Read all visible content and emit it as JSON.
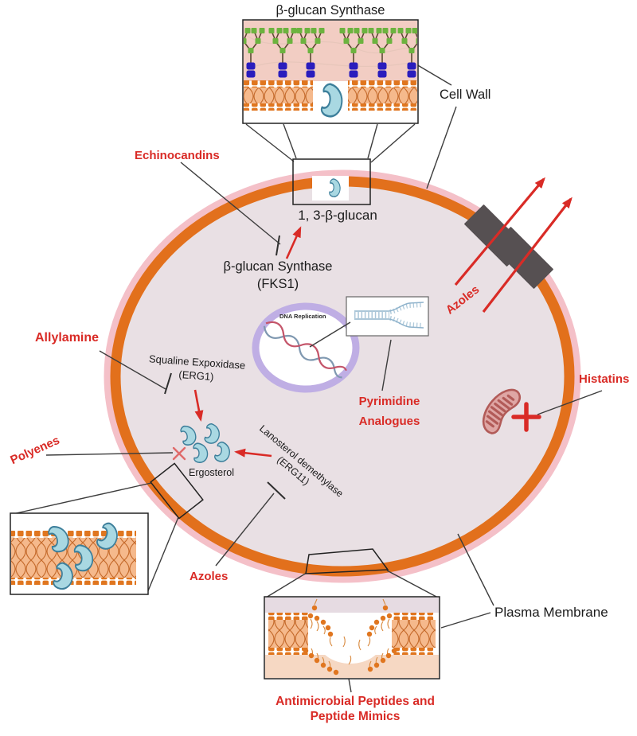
{
  "figure": {
    "description": "Fungal cell diagram showing antifungal drug classes and their cellular targets"
  },
  "insets": {
    "cell_wall": {
      "title": "β-glucan Synthase"
    }
  },
  "labels": {
    "cell_wall": "Cell Wall",
    "glucan_product": "1, 3-β-glucan",
    "glucan_synthase": "β-glucan Synthase",
    "glucan_synthase_gene": "(FKS1)",
    "dna_replication": "DNA Replication",
    "squalene_epoxidase": "Squaline Expoxidase",
    "squalene_epoxidase_gene": "(ERG1)",
    "ergosterol": "Ergosterol",
    "lanosterol_demethylase": "Lanosterol demethylase",
    "lanosterol_demethylase_gene": "(ERG11)",
    "plasma_membrane": "Plasma Membrane"
  },
  "drugs": {
    "echinocandins": "Echinocandins",
    "azoles_efflux": "Azoles",
    "pyrimidine_analogues_line1": "Pyrimidine",
    "pyrimidine_analogues_line2": "Analogues",
    "allylamine": "Allylamine",
    "histatins": "Histatins",
    "polyenes": "Polyenes",
    "azoles": "Azoles",
    "antimicrobial_peptides_line1": "Antimicrobial Peptides and",
    "antimicrobial_peptides_line2": "Peptide Mimics"
  },
  "colors": {
    "drug_red": "#d92b26",
    "ink": "#1b1b1b",
    "line_gray": "#3d3d3d",
    "membrane_orange": "#e2701c",
    "membrane_pink": "#f4c0c8",
    "cytoplasm": "#e9e0e4",
    "inset_pink": "#f2cdc3",
    "bilayer_bg": "#f5b98c",
    "bilayer_head": "#e0761f",
    "bilayer_weave": "#c4692a",
    "glycan_green": "#6cb33f",
    "glycan_blue": "#2a1dbd",
    "ergosterol_fill": "#a9d8e2",
    "ergosterol_stroke": "#3d7f9b",
    "nucleus_stroke": "#bfaee4",
    "dna_red": "#c4556a",
    "dna_blue": "#7f98b0",
    "fork_blue": "#8fb3cc",
    "pump_gray": "#565052",
    "mito_fill": "#dfa6a4",
    "mito_stroke": "#b25b58",
    "pore_top": "#e6dbe2",
    "pore_bottom": "#f6d8c3",
    "polyene_cross": "#e06a6a",
    "swirl": "#e3c4b8"
  }
}
